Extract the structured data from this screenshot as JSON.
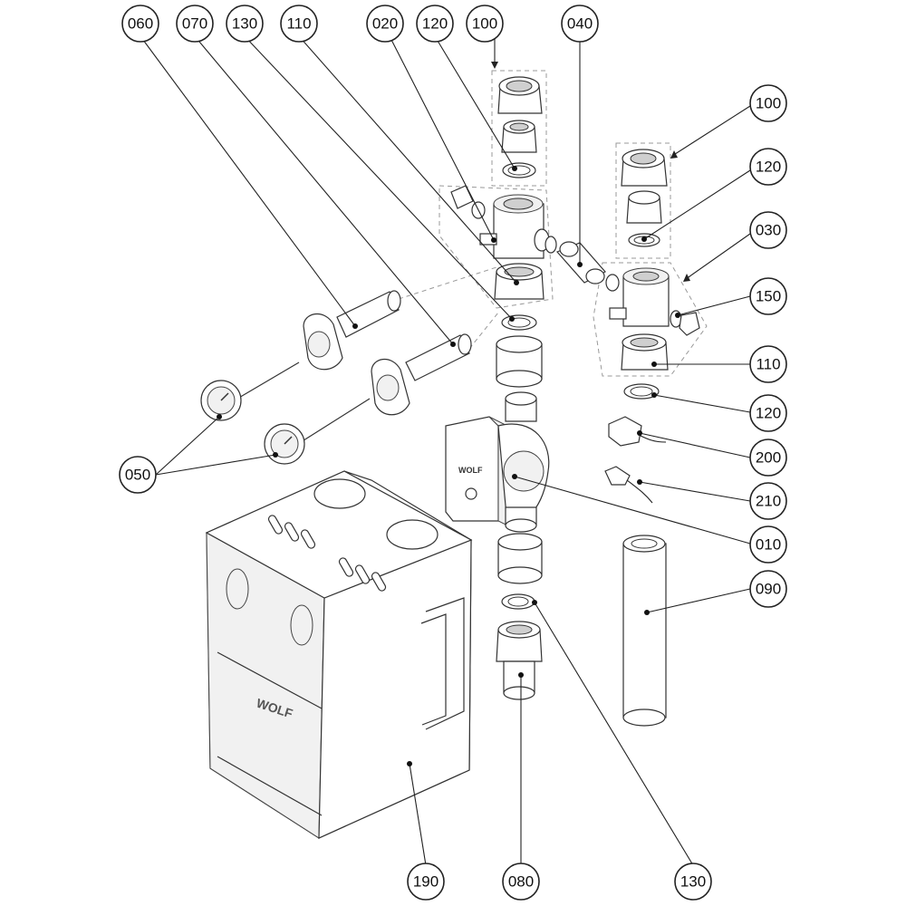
{
  "callouts": [
    {
      "id": "c-060",
      "label": "060"
    },
    {
      "id": "c-070",
      "label": "070"
    },
    {
      "id": "c-130a",
      "label": "130"
    },
    {
      "id": "c-110a",
      "label": "110"
    },
    {
      "id": "c-020",
      "label": "020"
    },
    {
      "id": "c-120a",
      "label": "120"
    },
    {
      "id": "c-100a",
      "label": "100"
    },
    {
      "id": "c-040",
      "label": "040"
    },
    {
      "id": "c-100b",
      "label": "100"
    },
    {
      "id": "c-120b",
      "label": "120"
    },
    {
      "id": "c-030",
      "label": "030"
    },
    {
      "id": "c-150",
      "label": "150"
    },
    {
      "id": "c-110b",
      "label": "110"
    },
    {
      "id": "c-120c",
      "label": "120"
    },
    {
      "id": "c-200",
      "label": "200"
    },
    {
      "id": "c-210",
      "label": "210"
    },
    {
      "id": "c-010",
      "label": "010"
    },
    {
      "id": "c-090",
      "label": "090"
    },
    {
      "id": "c-050",
      "label": "050"
    },
    {
      "id": "c-190",
      "label": "190"
    },
    {
      "id": "c-080",
      "label": "080"
    },
    {
      "id": "c-130b",
      "label": "130"
    }
  ],
  "brand": {
    "logo_text": "WOLF",
    "pump_logo_text": "WOLF"
  },
  "colors": {
    "line": "#222222",
    "fill": "#ffffff",
    "shade": "#cfcfcf"
  }
}
